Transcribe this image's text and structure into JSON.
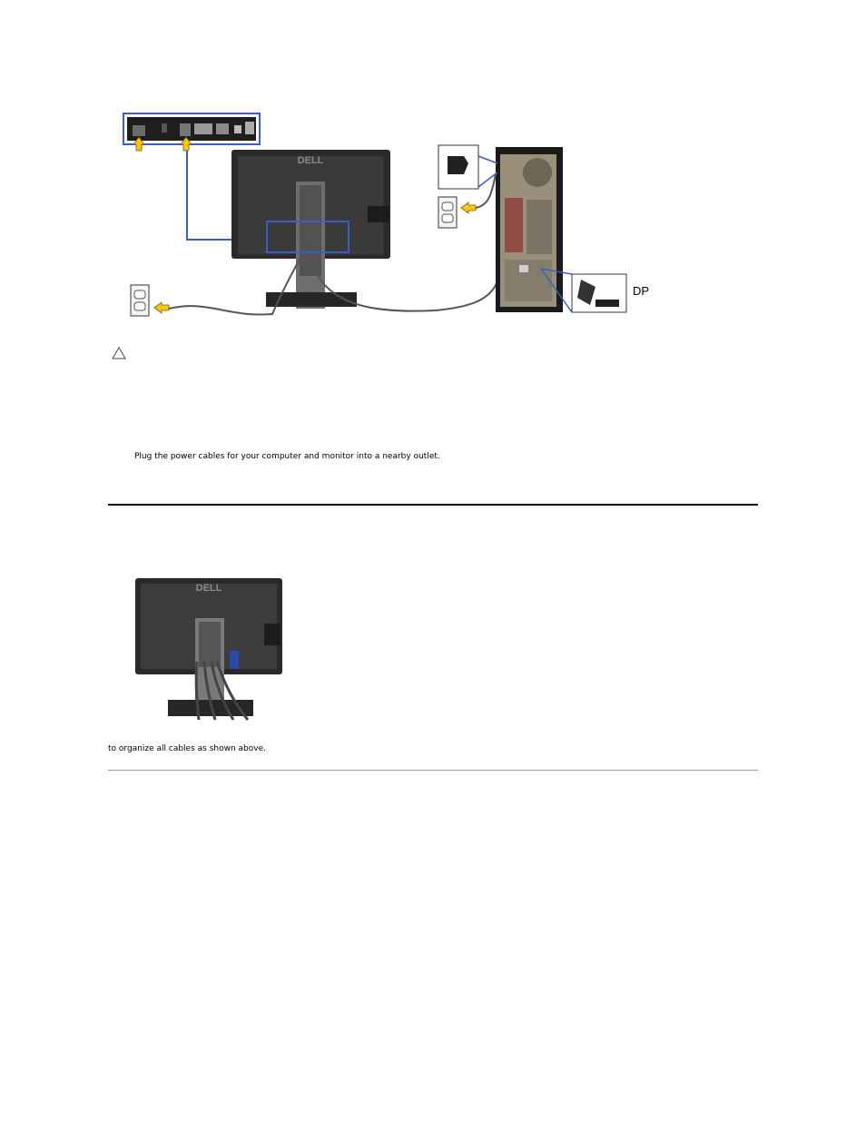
{
  "illustration": {
    "dp_label": "DP"
  },
  "caution": {
    "icon": "caution-triangle-icon"
  },
  "steps": {
    "power_text": "Plug the power cables for your computer and monitor into a nearby outlet."
  },
  "cable_management": {
    "text": "to organize all cables as shown above."
  },
  "colors": {
    "highlight_blue": "#3a5ec9",
    "arrow_yellow": "#f5c518",
    "rule": "#000000"
  }
}
